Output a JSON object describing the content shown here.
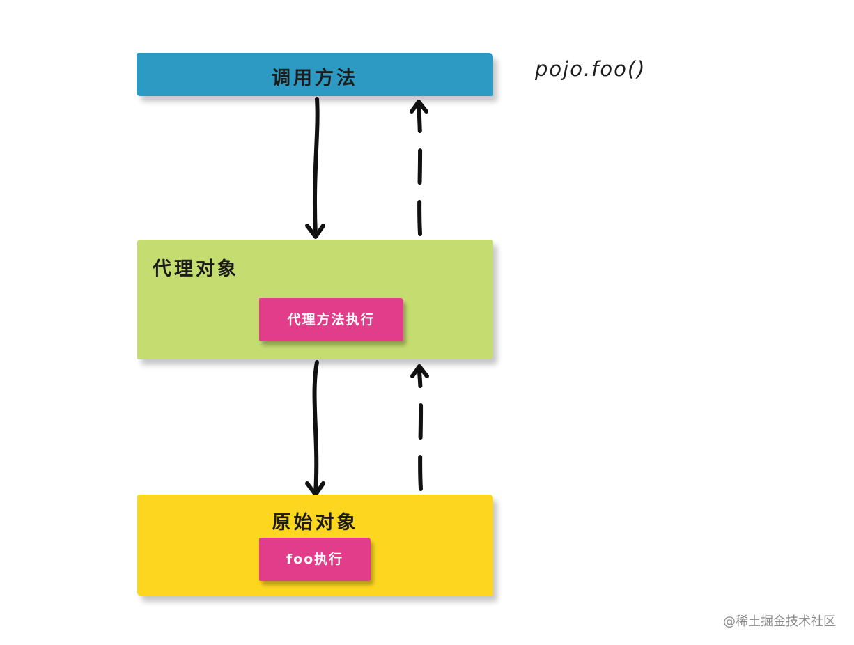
{
  "diagram": {
    "call_box": {
      "label": "调用方法",
      "color": "#2d9ac4"
    },
    "proxy_box": {
      "label": "代理对象",
      "color": "#c5dd70",
      "inner": {
        "label": "代理方法执行",
        "color": "#e23d8a"
      }
    },
    "original_box": {
      "label": "原始对象",
      "color": "#fdd71f",
      "inner": {
        "label": "foo执行",
        "color": "#e23d8a"
      }
    },
    "side_label": "pojo.foo()",
    "arrow_color": "#111111"
  },
  "watermark": "@稀土掘金技术社区"
}
